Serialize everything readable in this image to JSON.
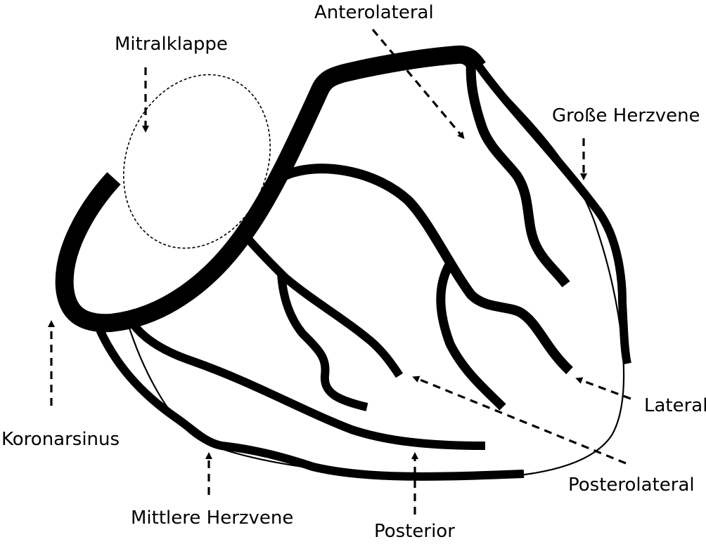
{
  "labels": {
    "anterolateral": "Anterolateral",
    "mitralklappe": "Mitralklappe",
    "grosse_herzvene": "Große Herzvene",
    "koronarsinus": "Koronarsinus",
    "lateral": "Lateral",
    "posterolateral": "Posterolateral",
    "mittlere_herzvene": "Mittlere Herzvene",
    "posterior": "Posterior"
  },
  "colors": {
    "stroke": "#000000",
    "background": "#ffffff"
  }
}
